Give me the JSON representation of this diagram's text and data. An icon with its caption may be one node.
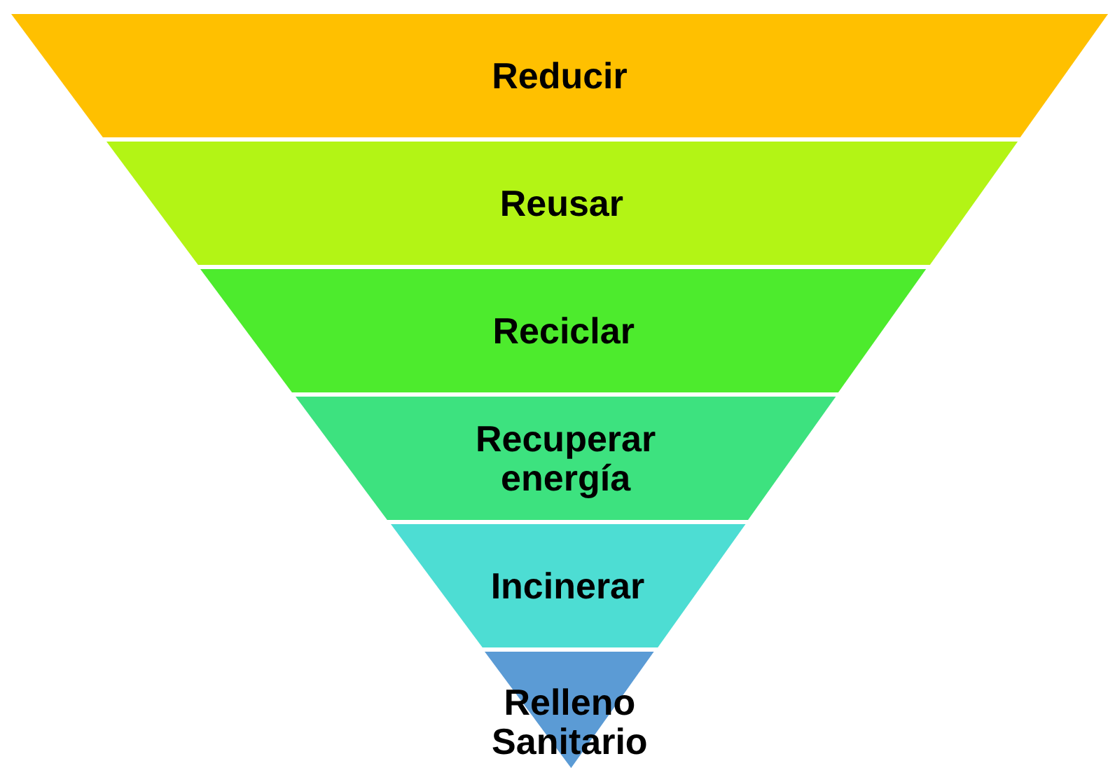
{
  "diagram": {
    "nodes": [
      {
        "text": [
          "Reducir"
        ]
      },
      {
        "text": [
          "Reusar"
        ]
      },
      {
        "text": [
          "Reciclar"
        ]
      },
      {
        "text": [
          "Recuperar energía"
        ]
      },
      {
        "text": [
          "Incinerar"
        ]
      },
      {
        "text": [
          "Relleno Sanitario"
        ]
      }
    ]
  }
}
